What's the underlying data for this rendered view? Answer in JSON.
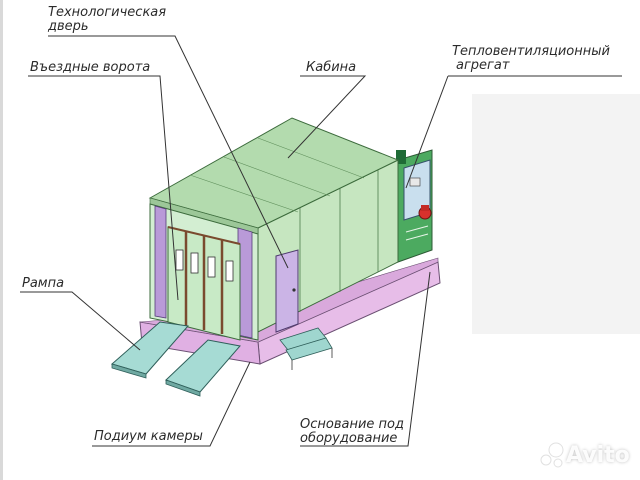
{
  "labels": {
    "tech_door": [
      "Технологическая",
      "дверь"
    ],
    "entry_gates": "Въездные ворота",
    "cabin": "Кабина",
    "heat_unit": [
      "Тепловентиляционный",
      "агрегат"
    ],
    "ramp": "Рампа",
    "podium": "Подиум камеры",
    "base": [
      "Основание под",
      "оборудование"
    ]
  },
  "watermark": "Avito",
  "colors": {
    "cabin_front": "#cfeccf",
    "cabin_side": "#c3e3bd",
    "cabin_roof": "#a8d3a4",
    "base_pink": "#e7bde8",
    "pillar_purple": "#b68ed6",
    "ramp_teal": "#9fd6cf",
    "unit_green": "#3f9d58",
    "unit_box": "#c9dfee",
    "door_purple": "#c8b3e3",
    "leader_line": "#333333"
  }
}
